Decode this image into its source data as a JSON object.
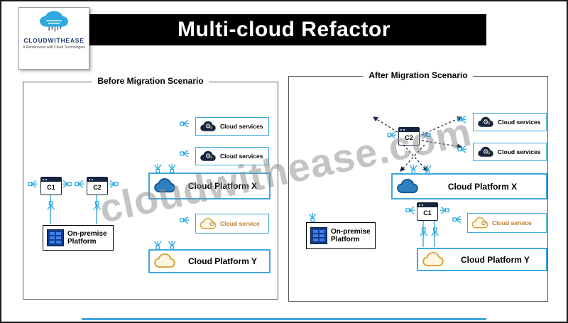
{
  "header": {
    "title": "Multi-cloud Refactor"
  },
  "logo": {
    "brand": "CLOUDWITHEASE",
    "tagline": "A Rendezvous with Cloud Technologies"
  },
  "watermark": "cloudwithease.com",
  "colors": {
    "accent_teal": "#3FA9DC",
    "dark_navy": "#16243F",
    "platform_x_blue": "#2F7FC1",
    "platform_y_tan": "#D6A33C",
    "title_bar": "#000000"
  },
  "before": {
    "title": "Before Migration Scenario",
    "app_c1": "C1",
    "app_c2": "C2",
    "onprem": "On-premise Platform",
    "services_top": "Cloud services",
    "services_mid": "Cloud services",
    "platform_x": "Cloud Platform X",
    "service_small": "Cloud service",
    "platform_y": "Cloud Platform Y"
  },
  "after": {
    "title": "After Migration Scenario",
    "app_c1": "C1",
    "app_c2": "C2",
    "onprem": "On-premise Platform",
    "services_top": "Cloud services",
    "services_mid": "Cloud services",
    "platform_x": "Cloud Platform X",
    "service_small": "Cloud service",
    "platform_y": "Cloud Platform Y"
  }
}
